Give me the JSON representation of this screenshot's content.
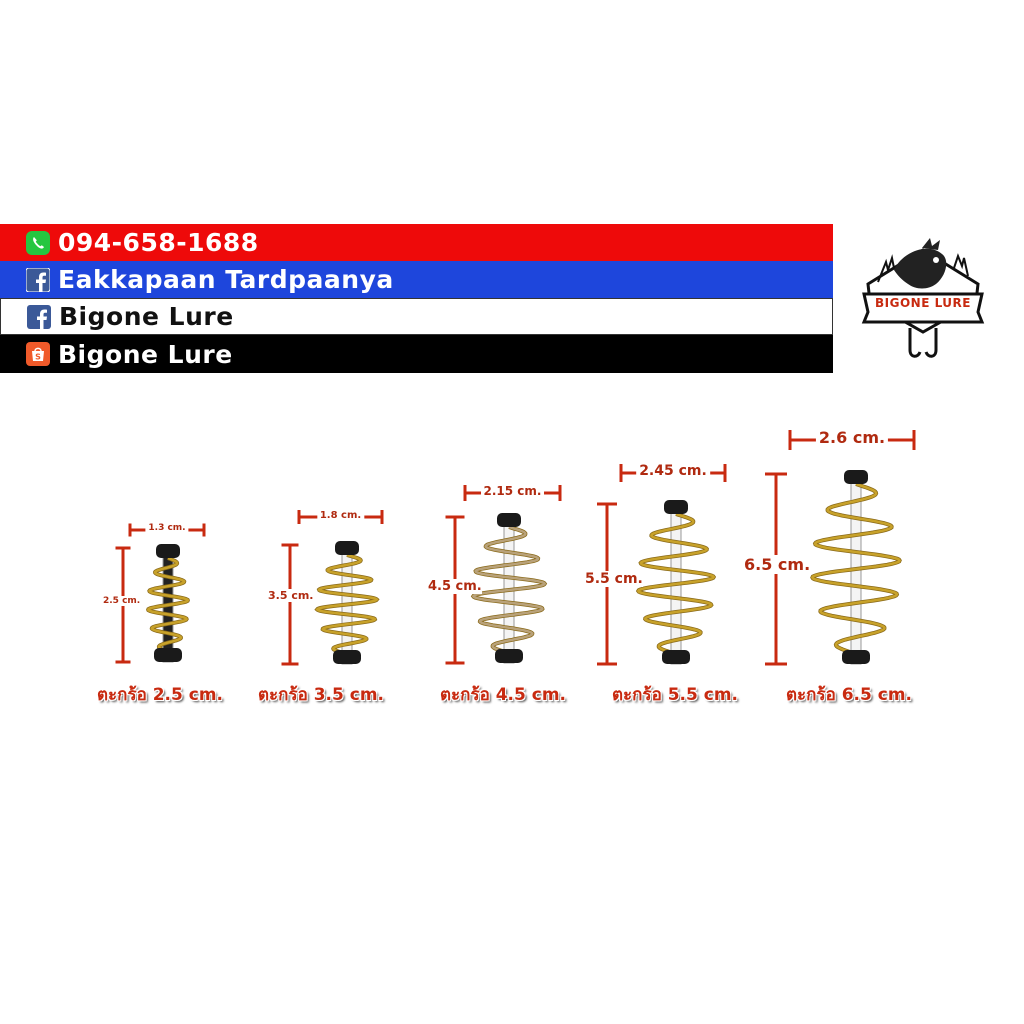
{
  "contact_bars": {
    "phone": {
      "text": "094-658-1688",
      "icon": "phone-icon"
    },
    "facebook_profile": {
      "text": "Eakkapaan Tardpaanya",
      "icon": "facebook-icon"
    },
    "facebook_page": {
      "text": "Bigone Lure",
      "icon": "facebook-icon"
    },
    "shop": {
      "text": "Bigone Lure",
      "icon": "shopping-bag-icon"
    }
  },
  "logo": {
    "text": "BIGONE LURE"
  },
  "products": [
    {
      "caption": "ตะกร้อ 2.5 cm.",
      "width_label": "1.3 cm.",
      "height_label": "2.5 cm."
    },
    {
      "caption": "ตะกร้อ 3.5 cm.",
      "width_label": "1.8 cm.",
      "height_label": "3.5 cm."
    },
    {
      "caption": "ตะกร้อ 4.5 cm.",
      "width_label": "2.15 cm.",
      "height_label": "4.5 cm."
    },
    {
      "caption": "ตะกร้อ 5.5 cm.",
      "width_label": "2.45 cm.",
      "height_label": "5.5 cm."
    },
    {
      "caption": "ตะกร้อ 6.5 cm.",
      "width_label": "2.6 cm.",
      "height_label": "6.5 cm."
    }
  ],
  "colors": {
    "red_bar": "#ee0a0a",
    "blue_bar": "#1e46dc",
    "black_bar": "#000000",
    "dimension": "#c82a10",
    "spring_gold": "#c8a22a"
  }
}
